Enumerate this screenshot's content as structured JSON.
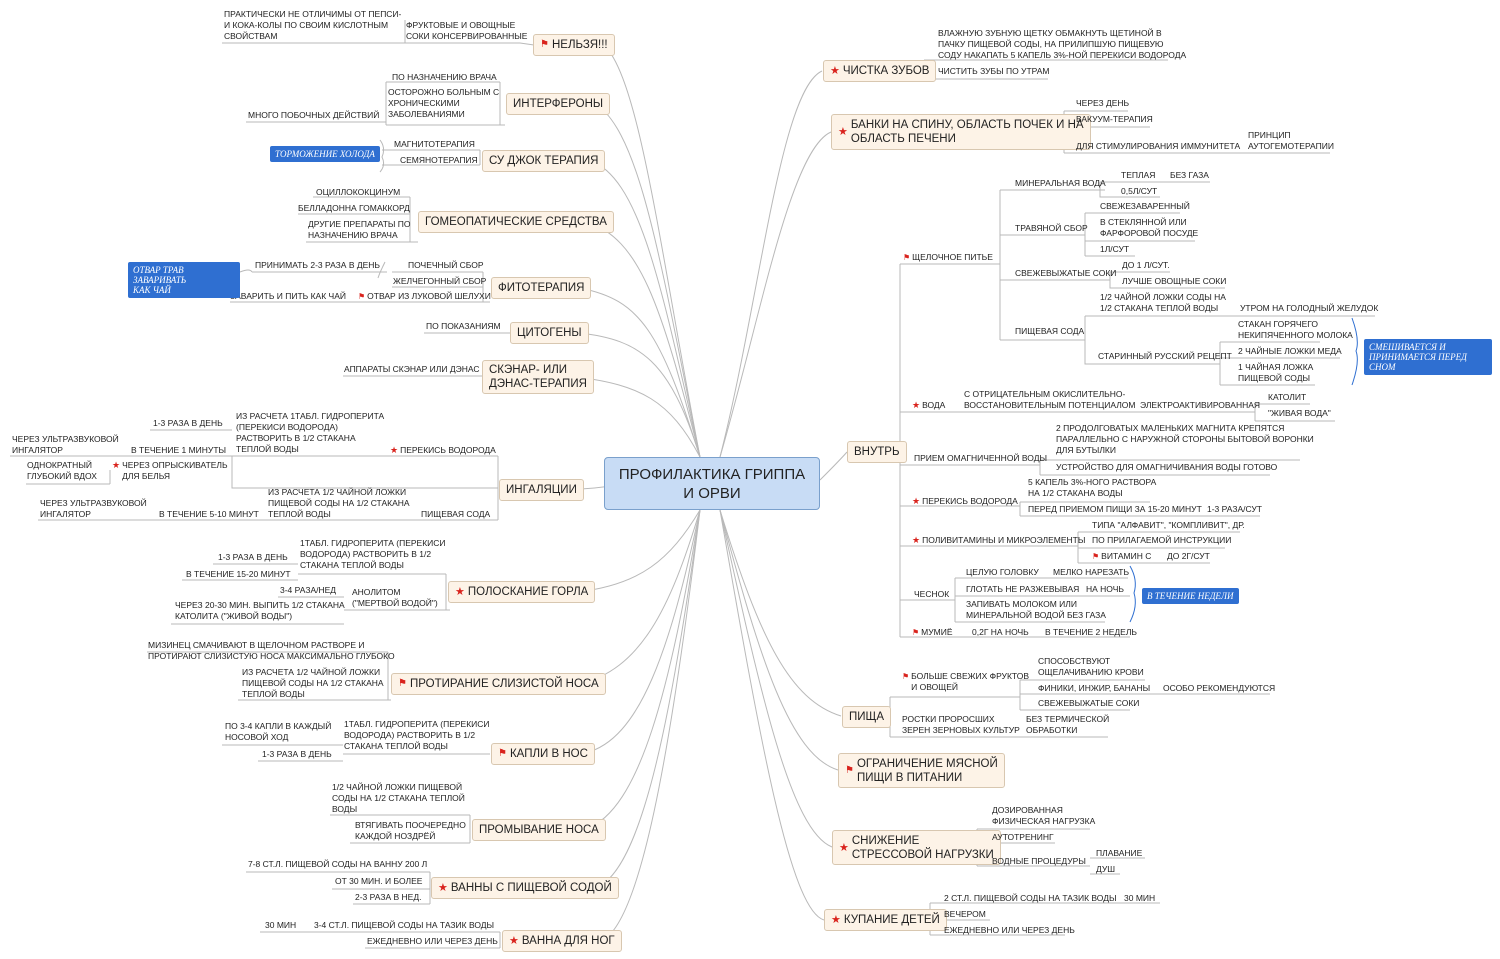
{
  "central": "ПРОФИЛАКТИКА ГРИППА\nИ ОРВИ",
  "branches": {
    "nelzya": {
      "label": "НЕЛЬЗЯ!!!",
      "c1": "ФРУКТОВЫЕ И ОВОЩНЫЕ\nСОКИ КОНСЕРВИРОВАННЫЕ",
      "c2": "ПРАКТИЧЕСКИ НЕ ОТЛИЧИМЫ ОТ ПЕПСИ-\nИ КОКА-КОЛЫ ПО СВОИМ КИСЛОТНЫМ\nСВОЙСТВАМ"
    },
    "interferony": {
      "label": "ИНТЕРФЕРОНЫ",
      "c1": "ПО НАЗНАЧЕНИЮ ВРАЧА",
      "c2": "ОСТОРОЖНО БОЛЬНЫМ С\nХРОНИЧЕСКИМИ\nЗАБОЛЕВАНИЯМИ",
      "c3": "МНОГО ПОБОЧНЫХ ДЕЙСТВИЙ"
    },
    "sujok": {
      "label": "СУ ДЖОК ТЕРАПИЯ",
      "c1": "МАГНИТОТЕРАПИЯ",
      "c2": "СЕМЯНОТЕРАПИЯ",
      "summary": "ТОРМОЖЕНИЕ ХОЛОДА"
    },
    "gomeo": {
      "label": "ГОМЕОПАТИЧЕСКИЕ СРЕДСТВА",
      "c1": "ОЦИЛЛОКОКЦИНУМ",
      "c2": "БЕЛЛАДОННА ГОМАККОРД",
      "c3": "ДРУГИЕ ПРЕПАРАТЫ ПО\nНАЗНАЧЕНИЮ ВРАЧА"
    },
    "fito": {
      "label": "ФИТОТЕРАПИЯ",
      "c1": "ПРИНИМАТЬ 2-3 РАЗА В ДЕНЬ",
      "c2": "ПОЧЕЧНЫЙ СБОР",
      "c3": "ЖЕЛЧЕГОННЫЙ СБОР",
      "c4": "ОТВАР ИЗ ЛУКОВОЙ ШЕЛУХИ",
      "c5": "ЗАВАРИТЬ И ПИТЬ КАК ЧАЙ",
      "summary": "ОТВАР ТРАВ ЗАВАРИВАТЬ\nКАК ЧАЙ"
    },
    "citogeny": {
      "label": "ЦИТОГЕНЫ",
      "c1": "ПО ПОКАЗАНИЯМ"
    },
    "skenar": {
      "label": "СКЭНАР- ИЛИ\nДЭНАС-ТЕРАПИЯ",
      "c1": "АППАРАТЫ СКЭНАР ИЛИ ДЭНАС"
    },
    "ingalyacii": {
      "label": "ИНГАЛЯЦИИ",
      "c1": "ПЕРЕКИСЬ ВОДОРОДА",
      "c2": "ИЗ РАСЧЕТА 1ТАБЛ. ГИДРОПЕРИТА\n(ПЕРЕКИСИ ВОДОРОДА)\nРАСТВОРИТЬ В 1/2 СТАКАНА\nТЕПЛОЙ ВОДЫ",
      "c3": "1-3 РАЗА В ДЕНЬ",
      "c4": "В ТЕЧЕНИЕ 1 МИНУТЫ",
      "c5": "ЧЕРЕЗ УЛЬТРАЗВУКОВОЙ\nИНГАЛЯТОР",
      "c6": "ЧЕРЕЗ ОПРЫСКИВАТЕЛЬ\nДЛЯ БЕЛЬЯ",
      "c7": "ОДНОКРАТНЫЙ\nГЛУБОКИЙ ВДОХ",
      "c8": "ПИЩЕВАЯ СОДА",
      "c9": "ИЗ РАСЧЕТА 1/2 ЧАЙНОЙ ЛОЖКИ\nПИЩЕВОЙ СОДЫ НА 1/2 СТАКАНА\nТЕПЛОЙ ВОДЫ",
      "c10": "В ТЕЧЕНИЕ 5-10 МИНУТ",
      "c11": "ЧЕРЕЗ УЛЬТРАЗВУКОВОЙ\nИНГАЛЯТОР"
    },
    "poloskanie": {
      "label": "ПОЛОСКАНИЕ ГОРЛА",
      "c1": "1ТАБЛ. ГИДРОПЕРИТА (ПЕРЕКИСИ\nВОДОРОДА) РАСТВОРИТЬ В 1/2\nСТАКАНА ТЕПЛОЙ ВОДЫ",
      "c2": "1-3 РАЗА В ДЕНЬ",
      "c3": "В ТЕЧЕНИЕ 15-20 МИНУТ",
      "c4": "АНОЛИТОМ\n(\"МЕРТВОЙ ВОДОЙ\")",
      "c5": "3-4 РАЗА/НЕД",
      "c6": "ЧЕРЕЗ 20-30 МИН. ВЫПИТЬ 1/2 СТАКАНА\nКАТОЛИТА (\"ЖИВОЙ ВОДЫ\")"
    },
    "protiranie": {
      "label": "ПРОТИРАНИЕ СЛИЗИСТОЙ НОСА",
      "c1": "МИЗИНЕЦ СМАЧИВАЮТ В ЩЕЛОЧНОМ РАСТВОРЕ И\nПРОТИРАЮТ СЛИЗИСТУЮ НОСА МАКСИМАЛЬНО ГЛУБОКО",
      "c2": "ИЗ РАСЧЕТА 1/2 ЧАЙНОЙ ЛОЖКИ\nПИЩЕВОЙ СОДЫ НА 1/2 СТАКАНА\nТЕПЛОЙ ВОДЫ"
    },
    "kapli": {
      "label": "КАПЛИ В НОС",
      "c1": "1ТАБЛ. ГИДРОПЕРИТА (ПЕРЕКИСИ\nВОДОРОДА) РАСТВОРИТЬ В 1/2\nСТАКАНА ТЕПЛОЙ ВОДЫ",
      "c2": "ПО 3-4 КАПЛИ В КАЖДЫЙ\nНОСОВОЙ ХОД",
      "c3": "1-3 РАЗА В ДЕНЬ"
    },
    "promyvanie": {
      "label": "ПРОМЫВАНИЕ НОСА",
      "c1": "1/2 ЧАЙНОЙ ЛОЖКИ ПИЩЕВОЙ\nСОДЫ НА 1/2 СТАКАНА ТЕПЛОЙ\nВОДЫ",
      "c2": "ВТЯГИВАТЬ ПООЧЕРЕДНО\nКАЖДОЙ НОЗДРЁЙ"
    },
    "vanny": {
      "label": "ВАННЫ С ПИЩЕВОЙ СОДОЙ",
      "c1": "7-8 СТ.Л. ПИЩЕВОЙ СОДЫ НА ВАННУ 200 Л",
      "c2": "ОТ 30 МИН. И БОЛЕЕ",
      "c3": "2-3 РАЗА В НЕД."
    },
    "vanna_nog": {
      "label": "ВАННА ДЛЯ НОГ",
      "c1": "3-4  СТ.Л. ПИЩЕВОЙ СОДЫ НА ТАЗИК ВОДЫ",
      "c2": "30 МИН",
      "c3": "ЕЖЕДНЕВНО ИЛИ ЧЕРЕЗ ДЕНЬ"
    },
    "chistka": {
      "label": "ЧИСТКА ЗУБОВ",
      "c1": "ВЛАЖНУЮ ЗУБНУЮ ЩЕТКУ ОБМАКНУТЬ ЩЕТИНОЙ В\nПАЧКУ ПИЩЕВОЙ СОДЫ, НА ПРИЛИПШУЮ ПИЩЕВУЮ\nСОДУ НАКАПАТЬ 5 КАПЕЛЬ 3%-НОЙ ПЕРЕКИСИ ВОДОРОДА",
      "c2": "ЧИСТИТЬ ЗУБЫ ПО УТРАМ"
    },
    "banki": {
      "label": "БАНКИ НА СПИНУ, ОБЛАСТЬ ПОЧЕК И НА\nОБЛАСТЬ ПЕЧЕНИ",
      "c1": "ЧЕРЕЗ ДЕНЬ",
      "c2": "ВАКУУМ-ТЕРАПИЯ",
      "c3": "ДЛЯ СТИМУЛИРОВАНИЯ ИММУНИТЕТА",
      "c4": "ПРИНЦИП\nАУТОГЕМОТЕРАПИИ"
    },
    "vnutr": {
      "label": "ВНУТРЬ",
      "sh": "ЩЕЛОЧНОЕ ПИТЬЕ",
      "mv": "МИНЕРАЛЬНАЯ ВОДА",
      "mv1": "ТЕПЛАЯ",
      "mv1a": "БЕЗ ГАЗА",
      "mv2": "0,5Л/СУТ",
      "ts": "ТРАВЯНОЙ СБОР",
      "ts1": "СВЕЖЕЗАВАРЕННЫЙ",
      "ts2": "В СТЕКЛЯННОЙ ИЛИ\nФАРФОРОВОЙ ПОСУДЕ",
      "ts3": "1Л/СУТ",
      "ss": "СВЕЖЕВЫЖАТЫЕ СОКИ",
      "ss1": "ДО 1 Л/СУТ.",
      "ss2": "ЛУЧШЕ ОВОЩНЫЕ СОКИ",
      "ps": "ПИЩЕВАЯ СОДА",
      "ps1": "1/2 ЧАЙНОЙ ЛОЖКИ СОДЫ НА\n1/2 СТАКАНА ТЕПЛОЙ ВОДЫ",
      "ps1a": "УТРОМ НА ГОЛОДНЫЙ ЖЕЛУДОК",
      "sr": "СТАРИННЫЙ РУССКИЙ РЕЦЕПТ",
      "sr1": "СТАКАН ГОРЯЧЕГО\nНЕКИПЯЧЕННОГО МОЛОКА",
      "sr2": "2 ЧАЙНЫЕ ЛОЖКИ МЕДА",
      "sr3": "1 ЧАЙНАЯ ЛОЖКА\nПИЩЕВОЙ СОДЫ",
      "sr_summary": "СМЕШИВАЕТСЯ И\nПРИНИМАЕТСЯ ПЕРЕД СНОМ",
      "voda": "ВОДА",
      "voda1": "С ОТРИЦАТЕЛЬНЫМ ОКИСЛИТЕЛЬНО-\nВОССТАНОВИТЕЛЬНЫМ ПОТЕНЦИАЛОМ",
      "voda2": "ЭЛЕКТРОАКТИВИРОВАННАЯ",
      "voda3": "КАТОЛИТ",
      "voda4": "\"ЖИВАЯ ВОДА\"",
      "om": "ПРИЕМ ОМАГНИЧЕННОЙ ВОДЫ",
      "om1": "2 ПРОДОЛГОВАТЫХ МАЛЕНЬКИХ МАГНИТА КРЕПЯТСЯ\nПАРАЛЛЕЛЬНО С НАРУЖНОЙ СТОРОНЫ БЫТОВОЙ ВОРОНКИ\nДЛЯ БУТЫЛКИ",
      "om2": "УСТРОЙСТВО ДЛЯ ОМАГНИЧИВАНИЯ ВОДЫ ГОТОВО",
      "pv": "ПЕРЕКИСЬ ВОДОРОДА",
      "pv1": "5 КАПЕЛЬ 3%-НОГО РАСТВОРА\nНА 1/2 СТАКАНА ВОДЫ",
      "pv2": "ПЕРЕД ПРИЕМОМ ПИЩИ ЗА 15-20 МИНУТ",
      "pv3": "1-3 РАЗА/СУТ",
      "vit": "ПОЛИВИТАМИНЫ И МИКРОЭЛЕМЕНТЫ",
      "vit1": "ТИПА \"АЛФАВИТ\", \"КОМПЛИВИТ\", ДР.",
      "vit2": "ПО ПРИЛАГАЕМОЙ ИНСТРУКЦИИ",
      "vit3": "ВИТАМИН С",
      "vit3a": "ДО 2Г/СУТ",
      "ch": "ЧЕСНОК",
      "ch1": "ЦЕЛУЮ ГОЛОВКУ",
      "ch1a": "МЕЛКО НАРЕЗАТЬ",
      "ch2": "ГЛОТАТЬ НЕ РАЗЖЕВЫВАЯ",
      "ch2a": "НА НОЧЬ",
      "ch3": "ЗАПИВАТЬ МОЛОКОМ ИЛИ\nМИНЕРАЛЬНОЙ ВОДОЙ БЕЗ ГАЗА",
      "ch_summary": "В ТЕЧЕНИЕ НЕДЕЛИ",
      "mu": "МУМИЁ",
      "mu1": "0,2Г НА НОЧЬ",
      "mu2": "В ТЕЧЕНИЕ 2 НЕДЕЛЬ"
    },
    "pischa": {
      "label": "ПИЩА",
      "p1": "БОЛЬШЕ СВЕЖИХ ФРУКТОВ\nИ ОВОЩЕЙ",
      "p1a": "СПОСОБСТВУЮТ\nОЩЕЛАЧИВАНИЮ КРОВИ",
      "p1b": "ФИНИКИ, ИНЖИР, БАНАНЫ",
      "p1b1": "ОСОБО РЕКОМЕНДУЮТСЯ",
      "p1c": "СВЕЖЕВЫЖАТЫЕ СОКИ",
      "p2": "РОСТКИ ПРОРОСШИХ\nЗЕРЕН ЗЕРНОВЫХ КУЛЬТУР",
      "p2a": "БЕЗ ТЕРМИЧЕСКОЙ\nОБРАБОТКИ"
    },
    "ogranichenie": {
      "label": "ОГРАНИЧЕНИЕ МЯСНОЙ\nПИЩИ В ПИТАНИИ"
    },
    "stress": {
      "label": "СНИЖЕНИЕ\nСТРЕССОВОЙ НАГРУЗКИ",
      "c1": "ДОЗИРОВАННАЯ\nФИЗИЧЕСКАЯ НАГРУЗКА",
      "c2": "АУТОТРЕНИНГ",
      "c3": "ВОДНЫЕ ПРОЦЕДУРЫ",
      "c3a": "ПЛАВАНИЕ",
      "c3b": "ДУШ"
    },
    "kupanie": {
      "label": "КУПАНИЕ ДЕТЕЙ",
      "c1": "2 СТ.Л. ПИЩЕВОЙ СОДЫ НА ТАЗИК ВОДЫ",
      "c1a": "30 МИН",
      "c2": "ВЕЧЕРОМ",
      "c3": "ЕЖЕДНЕВНО ИЛИ ЧЕРЕЗ ДЕНЬ"
    }
  },
  "colors": {
    "line": "#b9b9b9",
    "topic_bg": "#fdf3e7",
    "central_bg": "#c8dcf5",
    "summary_bg": "#2f6fd1",
    "marker": "#d9231d"
  }
}
